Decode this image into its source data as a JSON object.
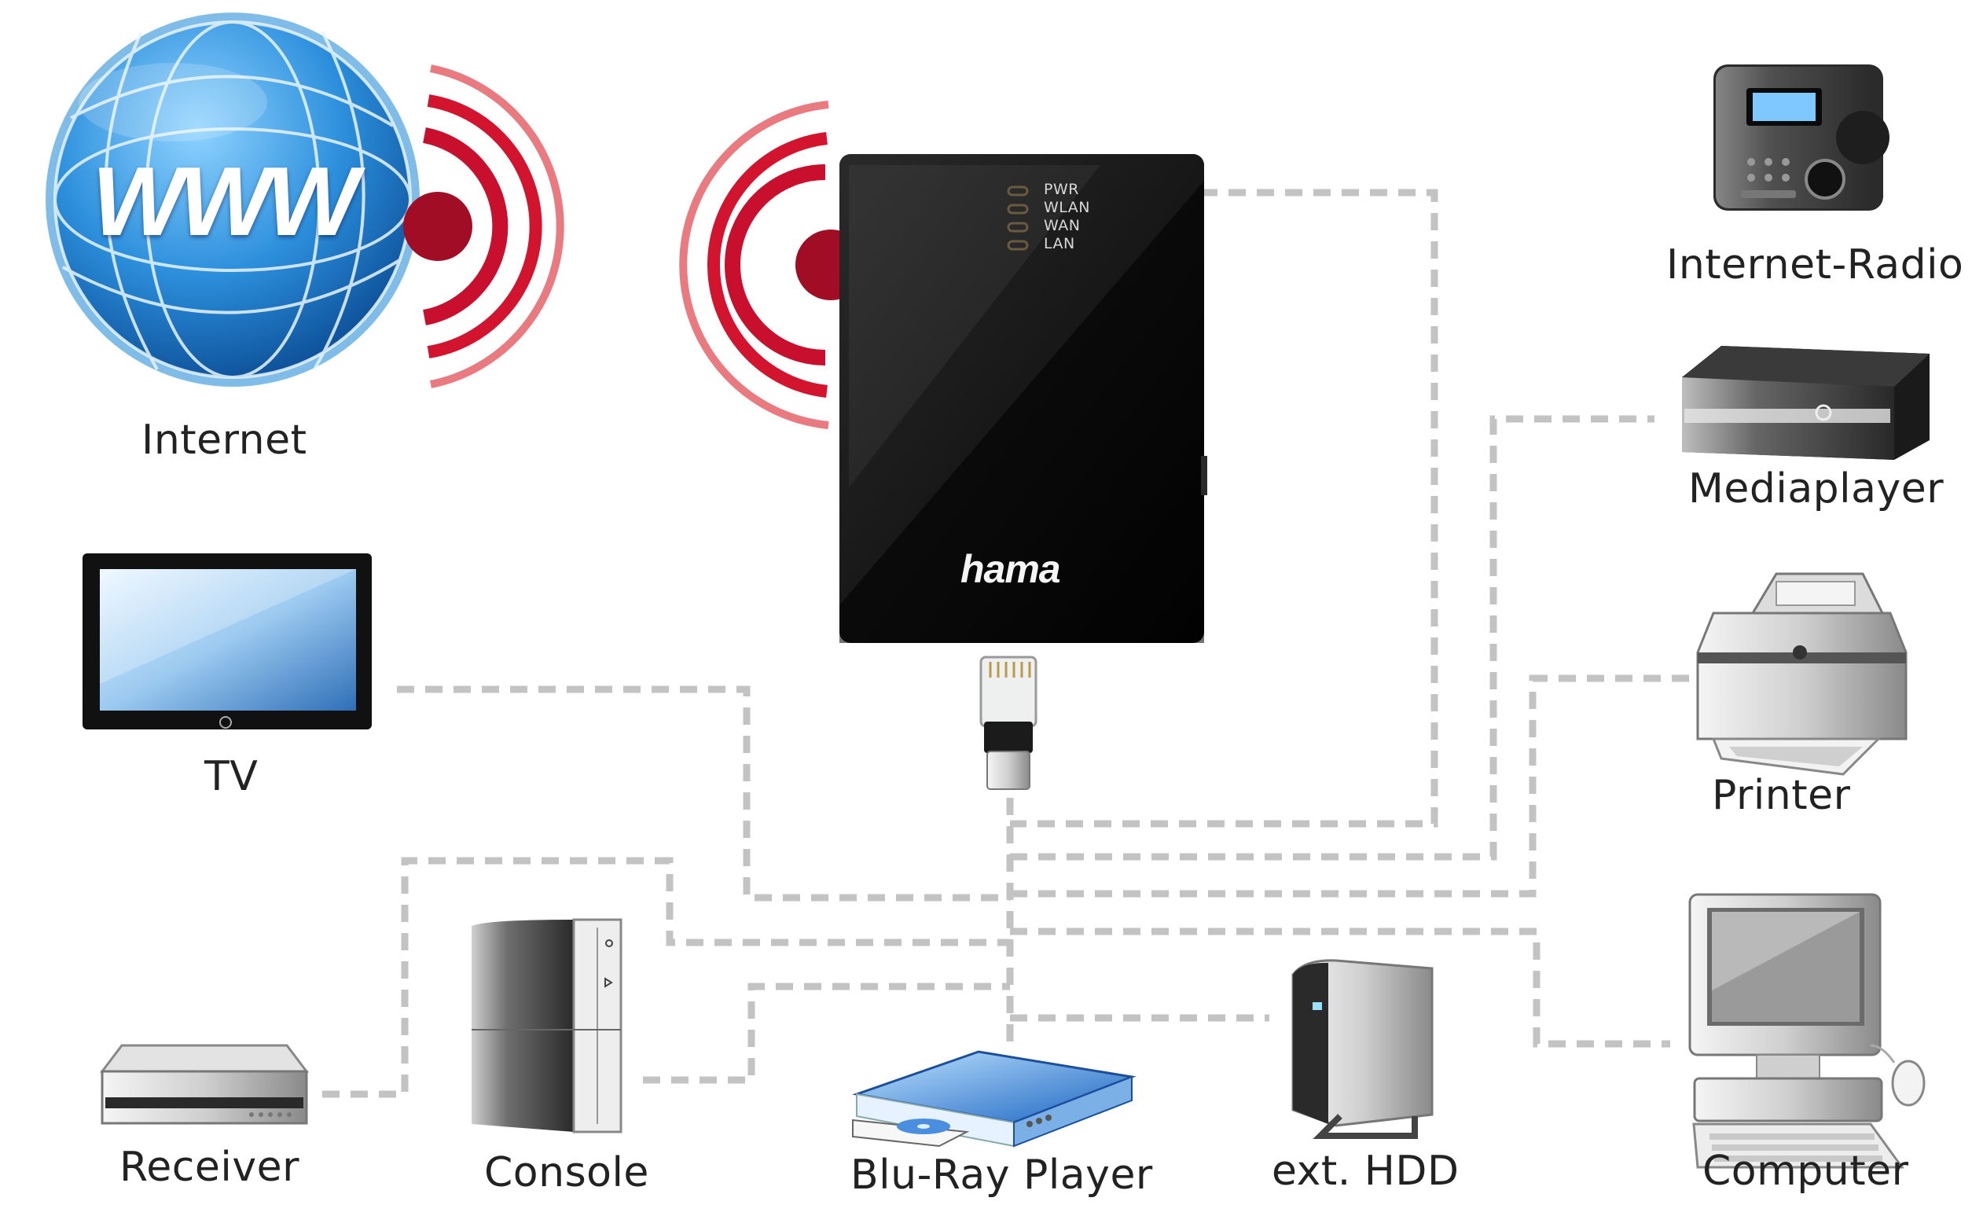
{
  "router": {
    "brand": "hama",
    "leds": [
      "PWR",
      "WLAN",
      "WAN",
      "LAN"
    ]
  },
  "internet": {
    "globe_text": "WWW",
    "label": "Internet"
  },
  "devices": {
    "internet_radio": "Internet-Radio",
    "mediaplayer": "Mediaplayer",
    "printer": "Printer",
    "computer": "Computer",
    "tv": "TV",
    "receiver": "Receiver",
    "console": "Console",
    "bluray": "Blu-Ray Player",
    "hdd": "ext. HDD"
  },
  "colors": {
    "signal": "#c8102e",
    "cable": "#c3c3c3",
    "globe": "#1e7fd0",
    "router": "#141414"
  }
}
